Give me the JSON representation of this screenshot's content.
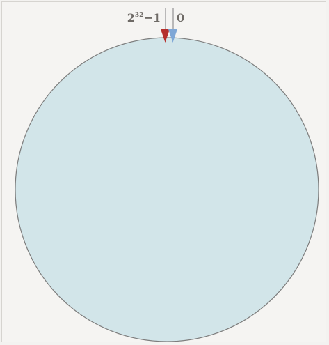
{
  "ring": {
    "max_base": "2",
    "max_exponent": "32",
    "max_suffix": "−1",
    "zero_label": "0",
    "fill_color": "#d2e5e9",
    "stroke_color": "#7d7d7d",
    "max_arrow_color": "#b5302d",
    "zero_arrow_color": "#7fa7d6"
  }
}
